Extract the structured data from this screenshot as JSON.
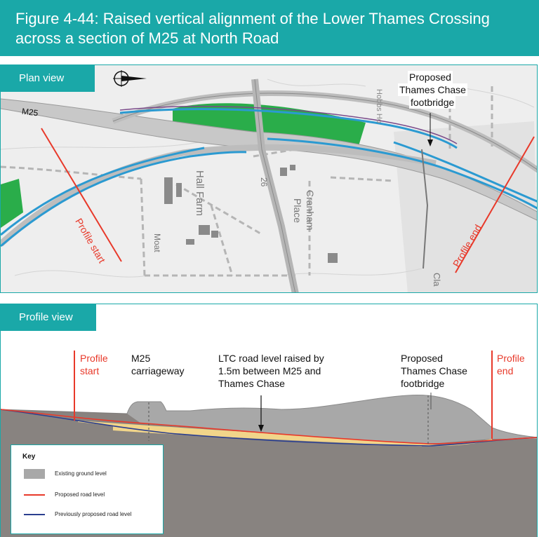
{
  "header": {
    "title_line1": "Figure 4-44: Raised vertical alignment of the Lower Thames Crossing",
    "title_line2": "across a section of M25 at North Road"
  },
  "plan": {
    "tab_label": "Plan view",
    "m25_label": "M25",
    "profile_start_label": "Profile start",
    "profile_end_label": "Profile end",
    "footbridge_label_1": "Proposed",
    "footbridge_label_2": "Thames Chase",
    "footbridge_label_3": "footbridge",
    "map_text": {
      "hobbs": "Hobbs Ho",
      "hall_farm": "Hall Farm",
      "moat": "Moat",
      "cranham_1": "Cranham",
      "cranham_2": "Place",
      "road_26": "26",
      "cla": "Cla"
    }
  },
  "profile": {
    "tab_label": "Profile view",
    "profile_start_1": "Profile",
    "profile_start_2": "start",
    "m25_1": "M25",
    "m25_2": "carriageway",
    "ltc_1": "LTC road level raised by",
    "ltc_2": "1.5m between M25 and",
    "ltc_3": "Thames Chase",
    "fb_1": "Proposed",
    "fb_2": "Thames Chase",
    "fb_3": "footbridge",
    "profile_end_1": "Profile",
    "profile_end_2": "end"
  },
  "key": {
    "title": "Key",
    "items": [
      {
        "label": "Existing ground level",
        "color": "#a8a8a8"
      },
      {
        "label": "Proposed road level",
        "color": "#e8392a"
      },
      {
        "label": "Previously proposed road level",
        "color": "#2b3f8f"
      }
    ]
  },
  "colors": {
    "teal": "#1aa8a8",
    "red": "#e8392a",
    "blue_road": "#2b9ad1",
    "green": "#2aad4a"
  }
}
